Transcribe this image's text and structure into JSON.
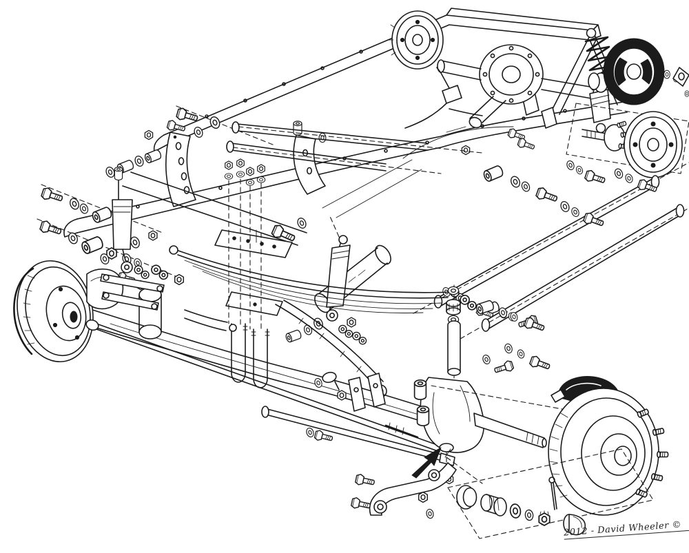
{
  "figure": {
    "type": "exploded-view pen-and-ink technical illustration",
    "signature": "2012 - David Wheeler ©",
    "subject_parts": [
      "chassis-frame",
      "rear-axle-banjo-housing",
      "rear-brake-drum-left",
      "coilover-shock",
      "rear-brake-backing-plate",
      "rear-hub-and-drum",
      "trailing-arms",
      "front-shock-mount-bracket",
      "front-hardware-rows",
      "friction-shock-front",
      "friction-shock-rear",
      "transverse-leaf-spring",
      "u-bolts",
      "front-axle-beam",
      "front-brake-drum-left",
      "tie-rod",
      "drag-link",
      "spindle-knuckle",
      "kingpin-hardware",
      "front-disc-rotor",
      "brake-caliper",
      "wheel-bearing-set",
      "dust-cap",
      "steering-arm",
      "pointer-arrow",
      "artist-signature"
    ]
  },
  "palette": {
    "ink": "#1b1b1b",
    "paper": "#ffffff"
  }
}
